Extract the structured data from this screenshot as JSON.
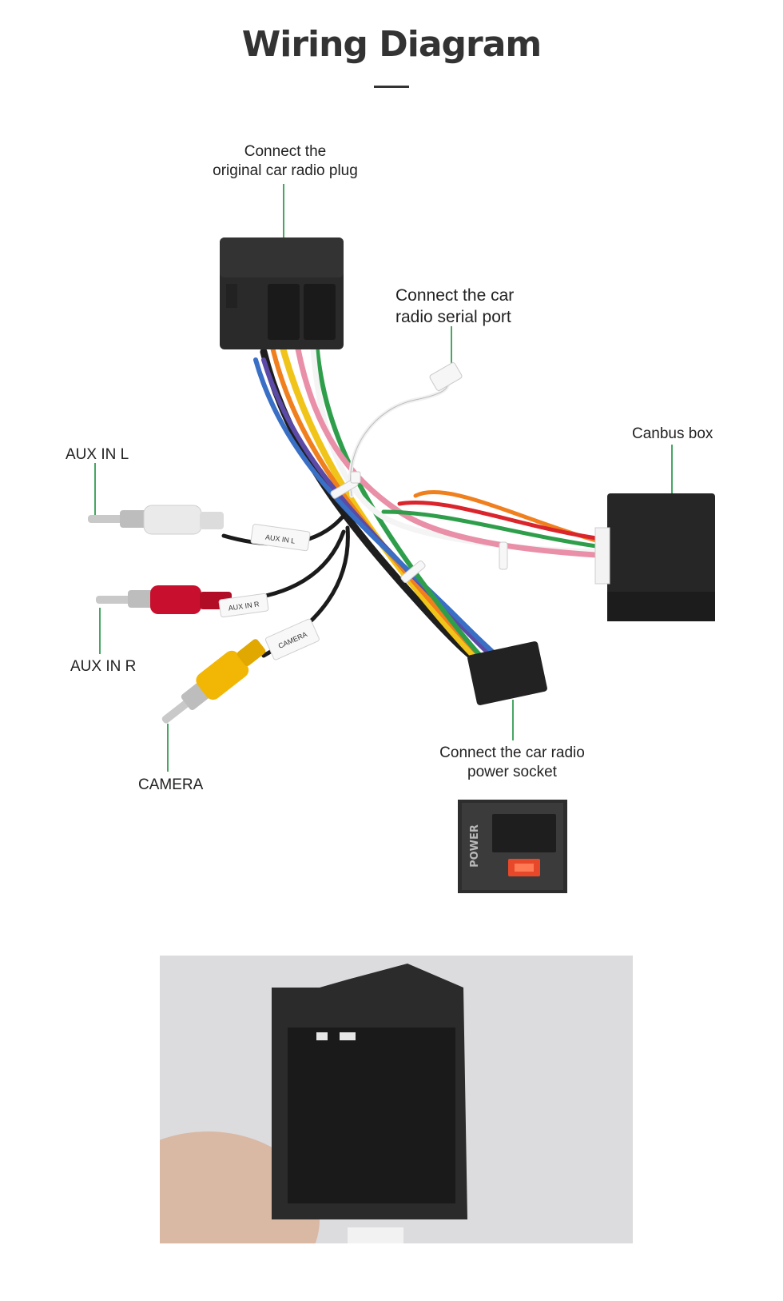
{
  "page": {
    "title": "Wiring Diagram"
  },
  "callouts": {
    "radio_plug": [
      "Connect the",
      "original car radio plug"
    ],
    "serial_port": [
      "Connect the car",
      "radio  serial port"
    ],
    "canbus": "Canbus box",
    "aux_l": "AUX IN L",
    "aux_r": "AUX IN R",
    "camera": "CAMERA",
    "power_socket": [
      "Connect the car radio",
      "power socket"
    ]
  },
  "tags": {
    "aux_l": "AUX IN L",
    "aux_r": "AUX IN R",
    "camera": "CAMERA"
  },
  "socket_inset": {
    "label": "POWER"
  },
  "colors": {
    "leader_line": "#1a8f3c",
    "connector": "#2a2a2a",
    "rca_white": "#e8e8e8",
    "rca_red": "#c8102e",
    "rca_yellow": "#f2b705"
  }
}
